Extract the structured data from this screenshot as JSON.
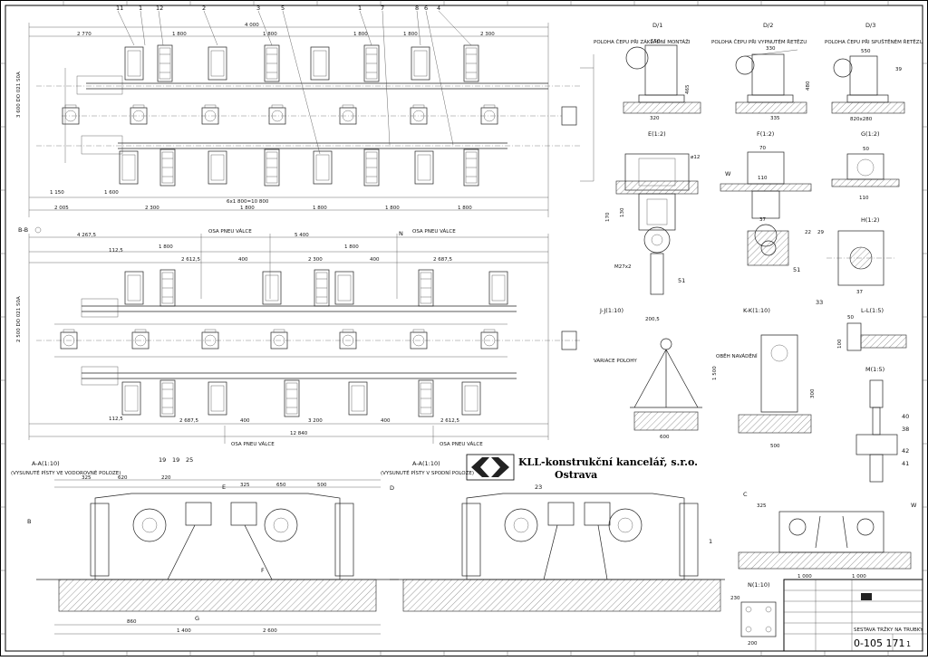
{
  "company": {
    "name": "KLL-konstrukční kancelář, s.r.o.",
    "city": "Ostrava"
  },
  "title_block": {
    "title": "SESTAVA TRŽKY NA TRUBKY",
    "drawing_number": "0-105 171",
    "sheet": "1"
  },
  "views": {
    "top": {
      "dims_top": [
        "2 770",
        "1 800",
        "1 800",
        "1 800",
        "1 800",
        "2 300"
      ],
      "dim_total": "4 000",
      "dims_bottom": [
        "2 005",
        "2 300",
        "1 800",
        "1 800",
        "1 800",
        "1 800"
      ],
      "dims_left": [
        "1 150",
        "1 600"
      ],
      "note": "6x1 800=10 800",
      "left_label": "3 600 DO 021 S0A",
      "callouts": [
        "11",
        "1",
        "12",
        "2",
        "3",
        "5",
        "1",
        "7",
        "8",
        "6",
        "4"
      ]
    },
    "section_bb": {
      "title": "B-B",
      "dims_top": [
        "4 267,5",
        "1 800",
        "5 400",
        "1 800"
      ],
      "dims_mid": [
        "112,5",
        "2 612,5",
        "400",
        "2 300",
        "400",
        "2 687,5"
      ],
      "dims_bottom": [
        "112,5",
        "2 687,5",
        "400",
        "3 200",
        "400",
        "2 612,5"
      ],
      "dim_total": "12 840",
      "axis_labels": [
        "OSA PNEU VÁLCE",
        "OSA PNEU VÁLCE",
        "OSA PNEU VÁLCE",
        "OSA PNEU VÁLCE"
      ],
      "callout": "N",
      "left_label": "2 500 DO 021 S0A"
    },
    "detail_d1": {
      "title": "D/1",
      "note": "POLOHA ČEPU PŘI ZÁKLADNÍ MONTÁŽI",
      "dims": [
        "550",
        "320",
        "465"
      ]
    },
    "detail_d2": {
      "title": "D/2",
      "note": "POLOHA ČEPU PŘI VYPNUTÉM ŘETĚZU",
      "dims": [
        "330",
        "480",
        "335"
      ]
    },
    "detail_d3": {
      "title": "D/3",
      "note": "POLOHA ČEPU PŘI SPUŠTĚNÉM ŘETĚZU",
      "dims": [
        "550",
        "39",
        "820x280"
      ]
    },
    "detail_e": {
      "title": "E(1:2)",
      "dims": [
        "ø12",
        "170",
        "130",
        "M27x2"
      ],
      "callout": "51"
    },
    "detail_f": {
      "title": "F(1:2)",
      "dims": [
        "110",
        "70"
      ],
      "callouts": [
        "51",
        "W"
      ]
    },
    "detail_g": {
      "title": "G(1:2)",
      "dims": [
        "50",
        "110"
      ]
    },
    "detail_h": {
      "title": "H(1:2)",
      "dims": [
        "22",
        "29",
        "37",
        "37"
      ]
    },
    "detail_j": {
      "title": "J-J(1:10)",
      "dims": [
        "200,5",
        "1 500",
        "600"
      ],
      "note": "VARIACE POLOHY"
    },
    "detail_k": {
      "title": "K-K(1:10)",
      "dims": [
        "300",
        "500"
      ],
      "note": "OBĚH NAVÁDĚNÍ"
    },
    "detail_l": {
      "title": "L-L(1:5)",
      "dims": [
        "50",
        "100"
      ],
      "callout": "33"
    },
    "detail_m": {
      "title": "M(1:5)",
      "callouts": [
        "40",
        "38",
        "42",
        "41"
      ]
    },
    "section_a1": {
      "title": "A-A(1:10)",
      "note": "(VYSUNUTÉ PÍSTY VE VODOROVNÉ POLOZE)",
      "dims_top": [
        "325",
        "620",
        "220",
        "325",
        "650",
        "500"
      ],
      "dims_bottom": [
        "860",
        "1 400",
        "2 600"
      ],
      "callouts": [
        "19",
        "19",
        "25",
        "E",
        "G",
        "D",
        "F"
      ],
      "marker": "B"
    },
    "section_a2": {
      "title": "A-A(1:10)",
      "note": "(VYSUNUTÉ PÍSTY V SPODNÍ POLOZE)",
      "callouts": [
        "23",
        "1"
      ]
    },
    "detail_c": {
      "title": "C",
      "dims": [
        "325",
        "1 000",
        "1 000"
      ],
      "callout": "W"
    },
    "detail_n": {
      "title": "N(1:10)",
      "dims": [
        "230",
        "200"
      ]
    }
  }
}
